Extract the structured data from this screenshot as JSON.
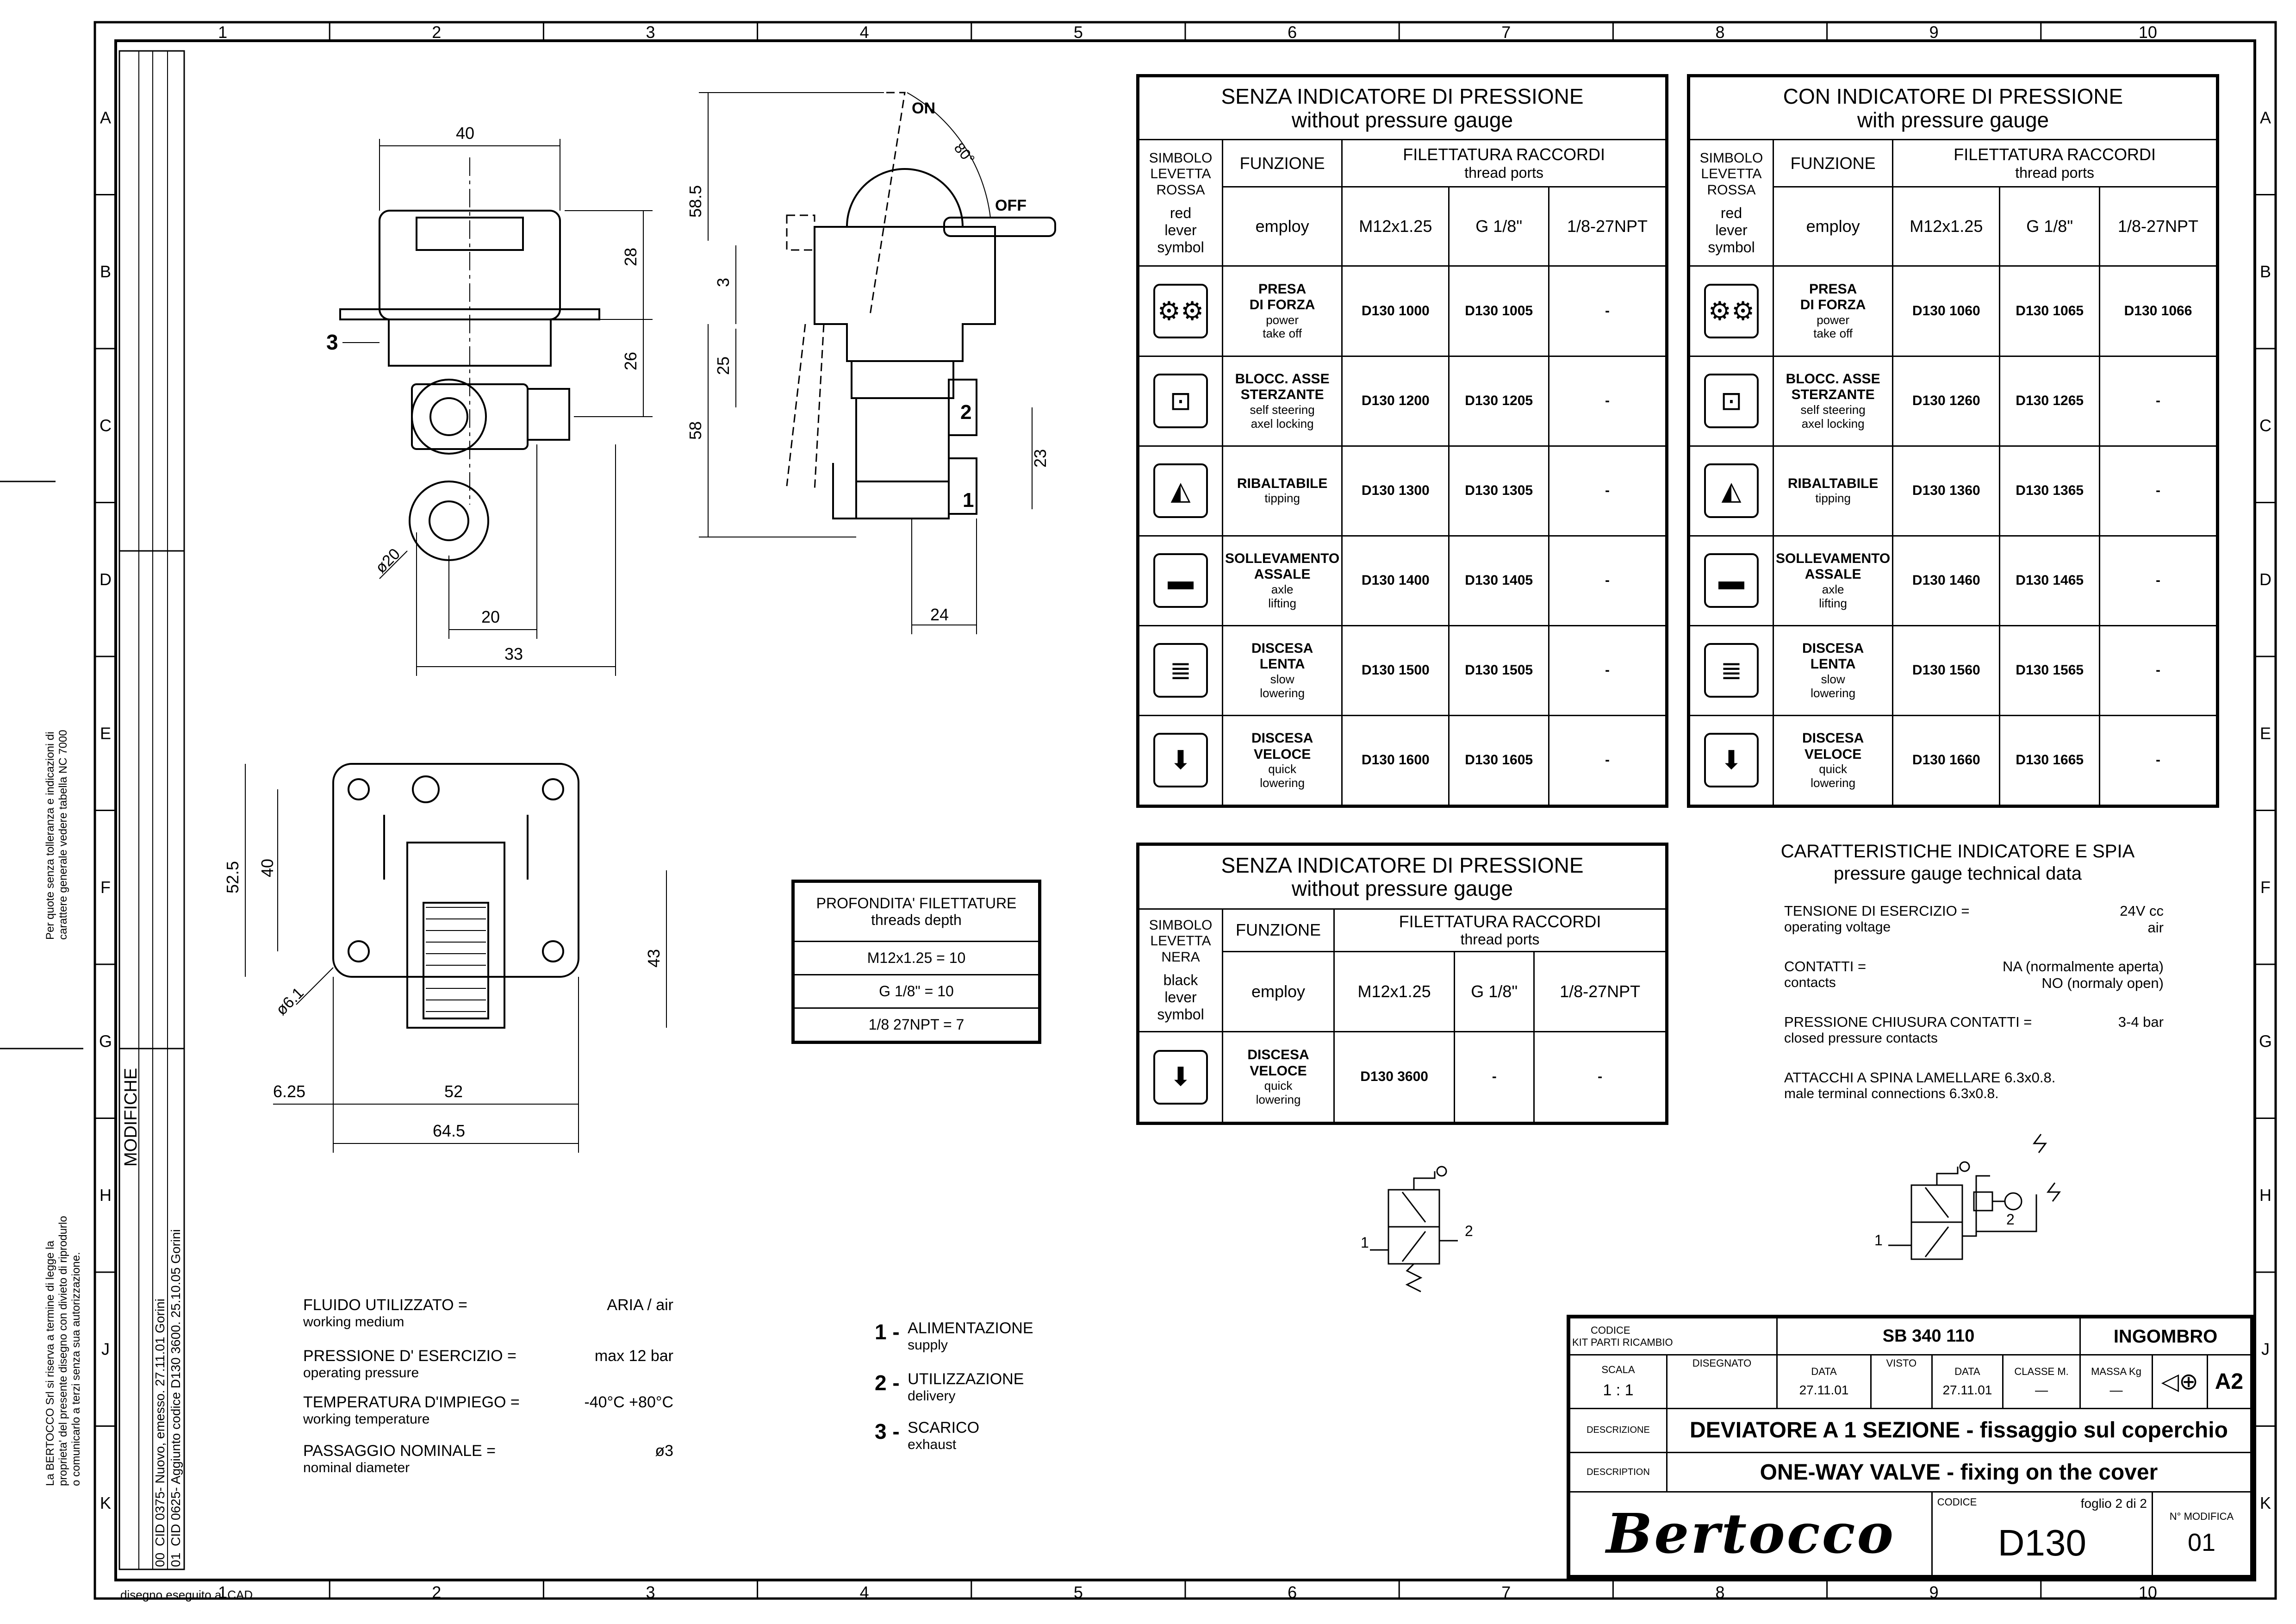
{
  "grid": {
    "columns": [
      "1",
      "2",
      "3",
      "4",
      "5",
      "6",
      "7",
      "8",
      "9",
      "10"
    ],
    "rows": [
      "A",
      "B",
      "C",
      "D",
      "E",
      "F",
      "G",
      "H",
      "J",
      "K"
    ]
  },
  "side_notes": {
    "tolerance_it": "Per quote senza tolleranza e indicazioni di",
    "tolerance_it2": "carattere generale vedere tabella NC 7000",
    "copyright_1": "La BERTOCCO Srl si riserva a termine di legge la",
    "copyright_2": "proprieta' del presente disegno con divieto di riprodurlo",
    "copyright_3": "o comunicarlo a terzi senza sua autorizzazione."
  },
  "modifications": {
    "title": "MODIFICHE",
    "rows": [
      {
        "n": "00",
        "text": "CID 0375- Nuovo, emesso.  27.11.01 Gorini"
      },
      {
        "n": "01",
        "text": "CID 0625- Aggiunto codice D130 3600.  25.10.05 Gorini"
      }
    ]
  },
  "footer_note": "disegno eseguito al CAD",
  "dimensions": {
    "top_view": {
      "width": "40",
      "h1": "28",
      "h2": "26",
      "dia": "ø20",
      "w1": "20",
      "w2": "33",
      "callout": "3"
    },
    "side_view": {
      "on": "ON",
      "off": "OFF",
      "angle": "80°",
      "h_total": "58.5",
      "h3": "3",
      "h25": "25",
      "h58": "58",
      "h23": "23",
      "w24": "24",
      "port1": "1",
      "port2": "2"
    },
    "plate": {
      "h525": "52.5",
      "h40": "40",
      "h43": "43",
      "dia": "ø6.1",
      "w625": "6.25",
      "w52": "52",
      "w645": "64.5"
    }
  },
  "table_left": {
    "title_it": "SENZA INDICATORE DI PRESSIONE",
    "title_en": "without pressure gauge",
    "col_symbol": [
      "SIMBOLO",
      "LEVETTA",
      "ROSSA"
    ],
    "col_symbol_en": [
      "red",
      "lever",
      "symbol"
    ],
    "col_function": "FUNZIONE",
    "col_function_en": "employ",
    "col_thread_it": "FILETTATURA RACCORDI",
    "col_thread_en": "thread ports",
    "threads": [
      "M12x1.25",
      "G 1/8\"",
      "1/8-27NPT"
    ],
    "rows": [
      {
        "icon": "gears-icon",
        "glyph": "⚙⚙",
        "fn_it": [
          "PRESA",
          "DI FORZA"
        ],
        "fn_en": [
          "power",
          "take off"
        ],
        "c1": "D130 1000",
        "c2": "D130 1005",
        "c3": "-"
      },
      {
        "icon": "steering-icon",
        "glyph": "⊡",
        "fn_it": [
          "BLOCC. ASSE",
          "STERZANTE"
        ],
        "fn_en": [
          "self steering",
          "axel locking"
        ],
        "c1": "D130 1200",
        "c2": "D130 1205",
        "c3": "-"
      },
      {
        "icon": "tipper-icon",
        "glyph": "◭",
        "fn_it": [
          "RIBALTABILE"
        ],
        "fn_en": [
          "tipping"
        ],
        "c1": "D130 1300",
        "c2": "D130 1305",
        "c3": "-"
      },
      {
        "icon": "axle-lift-icon",
        "glyph": "▬",
        "fn_it": [
          "SOLLEVAMENTO",
          "ASSALE"
        ],
        "fn_en": [
          "axle",
          "lifting"
        ],
        "c1": "D130 1400",
        "c2": "D130 1405",
        "c3": "-"
      },
      {
        "icon": "slow-down-icon",
        "glyph": "≣",
        "fn_it": [
          "DISCESA",
          "LENTA"
        ],
        "fn_en": [
          "slow",
          "lowering"
        ],
        "c1": "D130 1500",
        "c2": "D130 1505",
        "c3": "-"
      },
      {
        "icon": "fast-down-icon",
        "glyph": "⬇",
        "fn_it": [
          "DISCESA",
          "VELOCE"
        ],
        "fn_en": [
          "quick",
          "lowering"
        ],
        "c1": "D130 1600",
        "c2": "D130 1605",
        "c3": "-"
      }
    ]
  },
  "table_right": {
    "title_it": "CON INDICATORE DI PRESSIONE",
    "title_en": "with pressure gauge",
    "col_symbol": [
      "SIMBOLO",
      "LEVETTA",
      "ROSSA"
    ],
    "col_symbol_en": [
      "red",
      "lever",
      "symbol"
    ],
    "col_function": "FUNZIONE",
    "col_function_en": "employ",
    "col_thread_it": "FILETTATURA RACCORDI",
    "col_thread_en": "thread ports",
    "threads": [
      "M12x1.25",
      "G 1/8\"",
      "1/8-27NPT"
    ],
    "rows": [
      {
        "icon": "gears-icon",
        "glyph": "⚙⚙",
        "fn_it": [
          "PRESA",
          "DI FORZA"
        ],
        "fn_en": [
          "power",
          "take off"
        ],
        "c1": "D130 1060",
        "c2": "D130 1065",
        "c3": "D130 1066"
      },
      {
        "icon": "steering-icon",
        "glyph": "⊡",
        "fn_it": [
          "BLOCC. ASSE",
          "STERZANTE"
        ],
        "fn_en": [
          "self steering",
          "axel locking"
        ],
        "c1": "D130 1260",
        "c2": "D130 1265",
        "c3": "-"
      },
      {
        "icon": "tipper-icon",
        "glyph": "◭",
        "fn_it": [
          "RIBALTABILE"
        ],
        "fn_en": [
          "tipping"
        ],
        "c1": "D130 1360",
        "c2": "D130 1365",
        "c3": "-"
      },
      {
        "icon": "axle-lift-icon",
        "glyph": "▬",
        "fn_it": [
          "SOLLEVAMENTO",
          "ASSALE"
        ],
        "fn_en": [
          "axle",
          "lifting"
        ],
        "c1": "D130 1460",
        "c2": "D130 1465",
        "c3": "-"
      },
      {
        "icon": "slow-down-icon",
        "glyph": "≣",
        "fn_it": [
          "DISCESA",
          "LENTA"
        ],
        "fn_en": [
          "slow",
          "lowering"
        ],
        "c1": "D130 1560",
        "c2": "D130 1565",
        "c3": "-"
      },
      {
        "icon": "fast-down-icon",
        "glyph": "⬇",
        "fn_it": [
          "DISCESA",
          "VELOCE"
        ],
        "fn_en": [
          "quick",
          "lowering"
        ],
        "c1": "D130 1660",
        "c2": "D130 1665",
        "c3": "-"
      }
    ]
  },
  "table_black": {
    "title_it": "SENZA INDICATORE DI PRESSIONE",
    "title_en": "without pressure gauge",
    "col_symbol": [
      "SIMBOLO",
      "LEVETTA",
      "NERA"
    ],
    "col_symbol_en": [
      "black",
      "lever",
      "symbol"
    ],
    "col_function": "FUNZIONE",
    "col_function_en": "employ",
    "col_thread_it": "FILETTATURA RACCORDI",
    "col_thread_en": "thread ports",
    "threads": [
      "M12x1.25",
      "G 1/8\"",
      "1/8-27NPT"
    ],
    "rows": [
      {
        "icon": "fast-down-icon",
        "glyph": "⬇",
        "fn_it": [
          "DISCESA",
          "VELOCE"
        ],
        "fn_en": [
          "quick",
          "lowering"
        ],
        "c1": "D130 3600",
        "c2": "-",
        "c3": "-"
      }
    ]
  },
  "thread_depth": {
    "title_it": "PROFONDITA' FILETTATURE",
    "title_en": "threads depth",
    "rows": [
      "M12x1.25 = 10",
      "G 1/8\" = 10",
      "1/8 27NPT = 7"
    ]
  },
  "gauge_data": {
    "title_it": "CARATTERISTICHE INDICATORE E SPIA",
    "title_en": "pressure gauge technical data",
    "items": [
      {
        "it": "TENSIONE DI ESERCIZIO =",
        "en": "operating voltage",
        "val_it": "24V cc",
        "val_en": "air"
      },
      {
        "it": "CONTATTI =",
        "en": "contacts",
        "val_it": "NA (normalmente aperta)",
        "val_en": "NO (normaly open)"
      },
      {
        "it": "PRESSIONE CHIUSURA CONTATTI =",
        "en": "closed pressure contacts",
        "val_it": "3-4 bar",
        "val_en": ""
      },
      {
        "it": "ATTACCHI A SPINA LAMELLARE  6.3x0.8.",
        "en": "male terminal connections  6.3x0.8.",
        "val_it": "",
        "val_en": ""
      }
    ]
  },
  "specs": [
    {
      "it": "FLUIDO UTILIZZATO =",
      "en": "working medium",
      "val": "ARIA / air"
    },
    {
      "it": "PRESSIONE D' ESERCIZIO =",
      "en": "operating pressure",
      "val": "max 12 bar"
    },
    {
      "it": "TEMPERATURA D'IMPIEGO =",
      "en": "working temperature",
      "val": "-40°C  +80°C"
    },
    {
      "it": "PASSAGGIO NOMINALE =",
      "en": "nominal diameter",
      "val": "ø3"
    }
  ],
  "ports": [
    {
      "n": "1 -",
      "it": "ALIMENTAZIONE",
      "en": "supply"
    },
    {
      "n": "2 -",
      "it": "UTILIZZAZIONE",
      "en": "delivery"
    },
    {
      "n": "3 -",
      "it": "SCARICO",
      "en": "exhaust"
    }
  ],
  "schematic_labels": {
    "p1": "1",
    "p2": "2",
    "q1": "1",
    "q2": "2"
  },
  "title_block": {
    "codice_label": "CODICE",
    "kit_label": "KIT PARTI RICAMBIO",
    "kit_code": "SB 340 110",
    "ingombro": "INGOMBRO",
    "scala_label": "SCALA",
    "scala": "1 : 1",
    "disegnato_label": "DISEGNATO",
    "disegnato": "",
    "data_label": "DATA",
    "data1": "27.11.01",
    "visto_label": "VISTO",
    "visto": "",
    "data2_label": "DATA",
    "data2": "27.11.01",
    "classe_label": "CLASSE M.",
    "classe": "—",
    "massa_label": "MASSA Kg",
    "massa": "—",
    "format": "A2",
    "descr_label": "DESCRIZIONE",
    "descr_it": "DEVIATORE A 1 SEZIONE - fissaggio sul coperchio",
    "descr_en_label": "DESCRIPTION",
    "descr_en": "ONE-WAY VALVE - fixing on the cover",
    "logo": "Bertocco",
    "code_label": "CODICE",
    "code": "D130",
    "sheet": "foglio 2 di 2",
    "mod_label": "N° MODIFICA",
    "mod": "01"
  }
}
